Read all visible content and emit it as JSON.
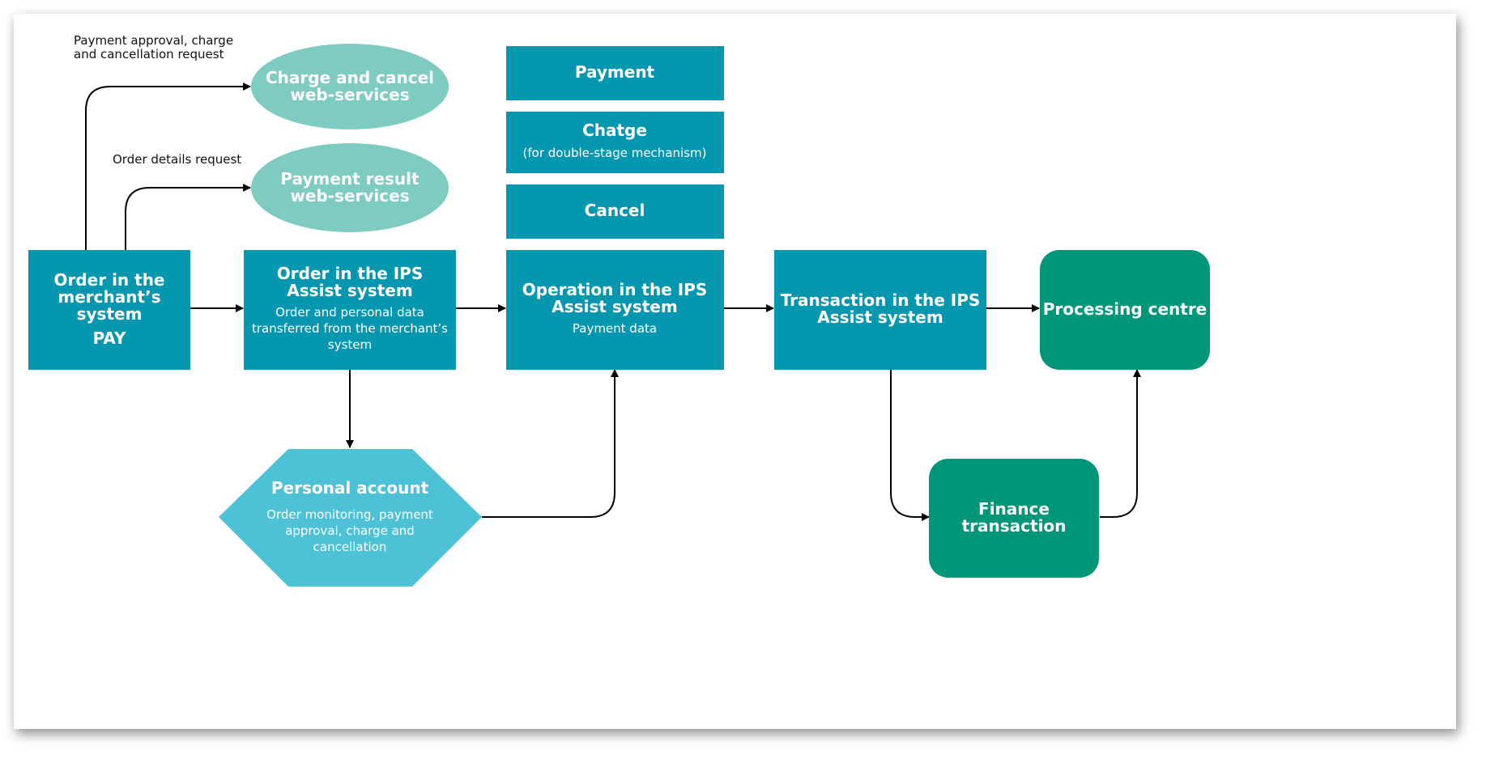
{
  "colors": {
    "primary_box": "#0596b0",
    "ellipse": "#7ecbc2",
    "hexagon": "#4dc2d6",
    "green_box": "#009679",
    "edge": "#000000",
    "text_light": "#ffffff",
    "text_dark": "#111111"
  },
  "labels": {
    "approval_request": [
      "Payment approval, charge",
      "and cancellation request"
    ],
    "details_request": [
      "Order details request"
    ]
  },
  "nodes": {
    "charge_cancel_ws": {
      "title": [
        "Charge and cancel",
        "web-services"
      ]
    },
    "payment_result_ws": {
      "title": [
        "Payment result",
        "web-services"
      ]
    },
    "payment": {
      "title": [
        "Payment"
      ]
    },
    "chatge": {
      "title": [
        "Chatge"
      ],
      "subtitle": [
        "(for double-stage mechanism)"
      ]
    },
    "cancel": {
      "title": [
        "Cancel"
      ]
    },
    "merchant_order": {
      "title": [
        "Order in the",
        "merchant’s",
        "system"
      ],
      "extra": "PAY"
    },
    "ips_order": {
      "title": [
        "Order in the IPS",
        "Assist system"
      ],
      "subtitle": [
        "Order and personal data",
        "transferred from the merchant’s",
        "system"
      ]
    },
    "ips_operation": {
      "title": [
        "Operation in the IPS",
        "Assist system"
      ],
      "subtitle": [
        "Payment data"
      ]
    },
    "ips_transaction": {
      "title": [
        "Transaction in the IPS",
        "Assist system"
      ]
    },
    "processing_centre": {
      "title": [
        "Processing centre"
      ]
    },
    "personal_account": {
      "title": [
        "Personal account"
      ],
      "subtitle": [
        "Order monitoring, payment",
        "approval, charge and",
        "cancellation"
      ]
    },
    "finance_transaction": {
      "title": [
        "Finance",
        "transaction"
      ]
    }
  }
}
